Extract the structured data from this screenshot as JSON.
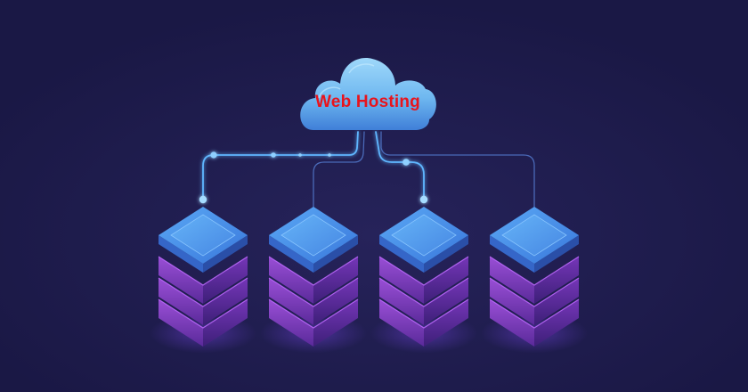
{
  "cloud": {
    "label": "Web Hosting"
  },
  "colors": {
    "background": "#1c1a48",
    "cloud_light": "#7fc8f4",
    "cloud_dark": "#3f7fd8",
    "label": "#e8141c",
    "connector": "#5fb6ff",
    "server_top": "#3f8fe8",
    "server_body": "#8a3fc8"
  },
  "diagram": {
    "servers": [
      {
        "id": "server-1",
        "icon": "server-stack-icon",
        "connector_dot": true
      },
      {
        "id": "server-2",
        "icon": "server-stack-icon",
        "connector_dot": false
      },
      {
        "id": "server-3",
        "icon": "server-stack-icon",
        "connector_dot": true
      },
      {
        "id": "server-4",
        "icon": "server-stack-icon",
        "connector_dot": false
      }
    ]
  }
}
